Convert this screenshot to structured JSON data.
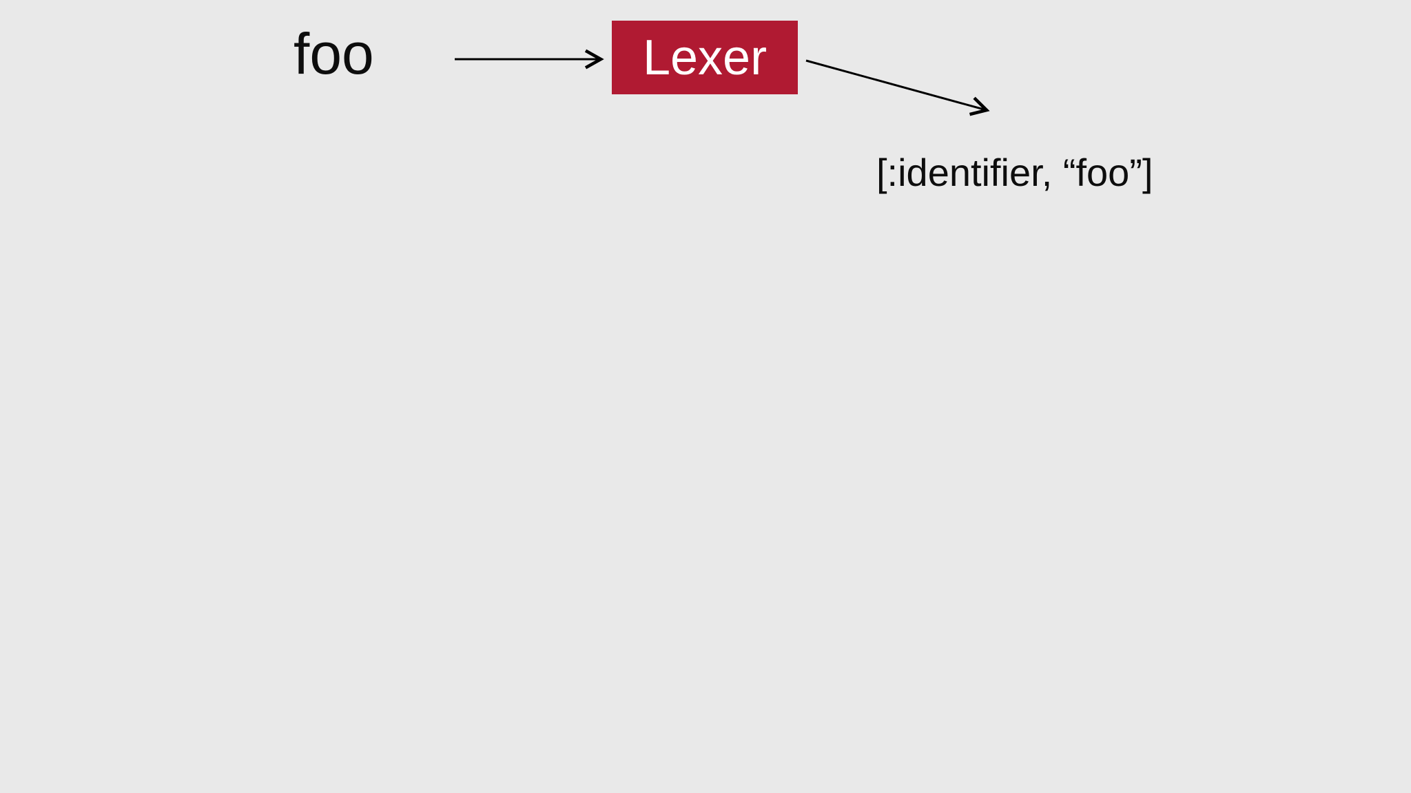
{
  "diagram": {
    "type": "flow",
    "description": "Lexing step: source text is transformed by the Lexer into a token",
    "input_label": "foo",
    "lexer_label": "Lexer",
    "token_label": "[:identifier, “foo”]",
    "colors": {
      "background": "#e9e9e9",
      "accent_red": "#b01a32",
      "text_black": "#0d0d0d",
      "arrow_black": "#000000"
    },
    "edges": [
      {
        "from": "source-text",
        "to": "lexer-box"
      },
      {
        "from": "lexer-box",
        "to": "token-output-text"
      }
    ]
  }
}
